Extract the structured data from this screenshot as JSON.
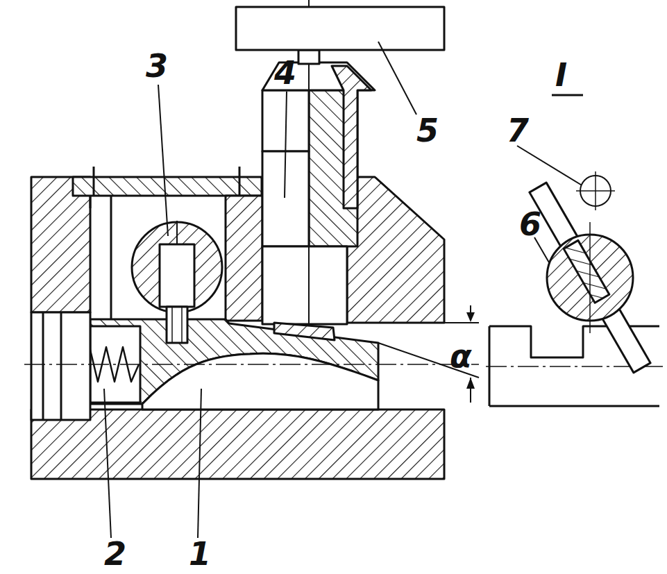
{
  "diagram": {
    "labels": [
      "3",
      "4",
      "5",
      "I",
      "7",
      "6",
      "α",
      "2",
      "1"
    ]
  }
}
